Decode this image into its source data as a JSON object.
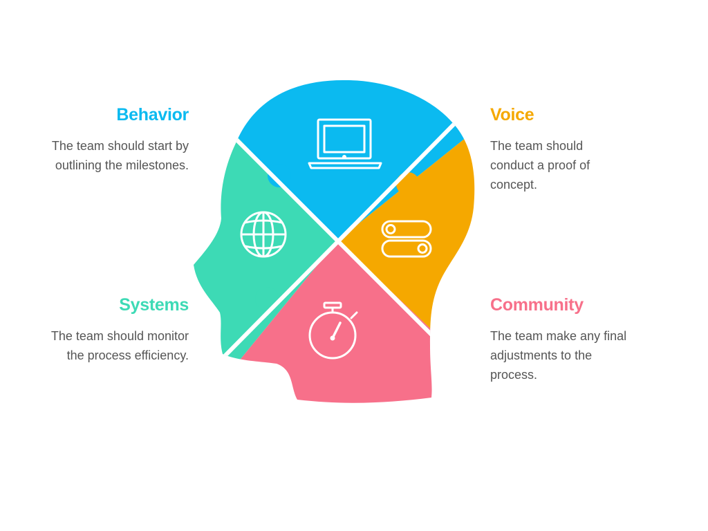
{
  "colors": {
    "behavior": "#0bbaf0",
    "voice": "#f5a800",
    "systems": "#3ddab5",
    "community": "#f7708a"
  },
  "sections": {
    "behavior": {
      "title": "Behavior",
      "text": "The team should start by outlining the milestones.",
      "icon": "laptop-icon"
    },
    "voice": {
      "title": "Voice",
      "text": "The team should conduct a proof of concept.",
      "icon": "toggle-switches-icon"
    },
    "systems": {
      "title": "Systems",
      "text": "The team should monitor the process efficiency.",
      "icon": "globe-icon"
    },
    "community": {
      "title": "Community",
      "text": "The team make any final adjustments to the process.",
      "icon": "stopwatch-icon"
    }
  }
}
